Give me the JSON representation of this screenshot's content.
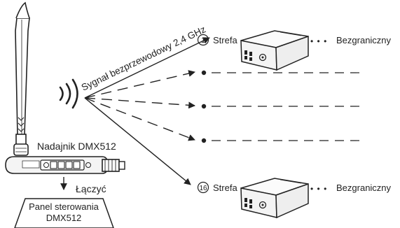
{
  "signal_label": "Sygnał bezprzewodowy 2,4 GHz",
  "transmitter_label": "Nadajnik DMX512",
  "connect_label": "Łączyć",
  "panel_label_line1": "Panel sterowania",
  "panel_label_line2": "DMX512",
  "zone_first": {
    "number": "1",
    "label": "Strefa",
    "ellipsis": "• • •",
    "suffix": "Bezgraniczny"
  },
  "zone_last": {
    "number": "16",
    "label": "Strefa",
    "ellipsis": "• • •",
    "suffix": "Bezgraniczny"
  },
  "icons": [
    "antenna-icon",
    "wireless-waves-icon",
    "receiver-controller-icon",
    "down-arrow-icon"
  ],
  "colors": {
    "stroke": "#222222",
    "background": "#ffffff",
    "device_fill": "#f4f4f4"
  }
}
